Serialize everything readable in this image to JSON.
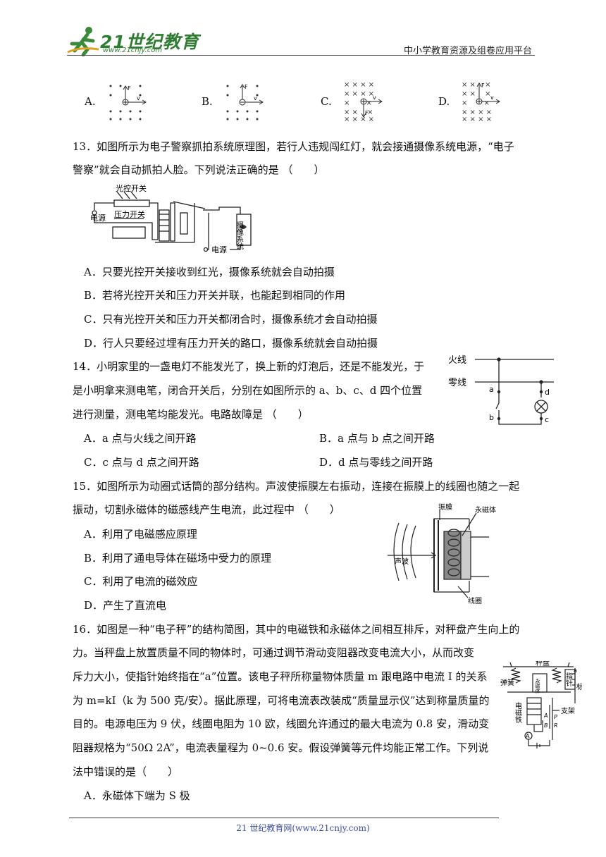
{
  "header": {
    "logo_main": "21世纪教育",
    "logo_url": "www.21cnjy.com",
    "platform": "中小学教育资源及组卷应用平台"
  },
  "q12": {
    "options": [
      "A.",
      "B.",
      "C.",
      "D."
    ],
    "diagram_labels": {
      "force": "F",
      "velocity": "v"
    }
  },
  "q13": {
    "line1": "13．如图所示为电子警察抓拍系统原理图，若行人违规闯红灯，就会接通摄像系统电源，“电子",
    "line2": "警察”就会自动抓拍人脸。下列说法正确的是 （　　）",
    "figure": {
      "light_switch": "光控开关",
      "pressure_switch": "压力开关",
      "power_left": "电源",
      "power_bottom": "电源",
      "camera": "摄像系统"
    },
    "options": [
      "A．只要光控开关接收到红光，摄像系统就会自动拍摄",
      "B．若将光控开关和压力开关并联，也能起到相同的作用",
      "C．只有光控开关和压力开关都闭合时，摄像系统才会自动拍摄",
      "D．行人只要经过埋有压力开关的路口，摄像系统就会自动拍摄"
    ]
  },
  "q14": {
    "line1": "14．小明家里的一盏电灯不能发光了，换上新的灯泡后，还是不能发光，于",
    "line2": "是小明拿来测电笔，闭合开关后，分别在如图所示的 a、b、c、d 四个位置",
    "line3": "进行测量，测电笔均能发光。电路故障是 （　　）",
    "figure": {
      "live": "火线",
      "neutral": "零线",
      "a": "a",
      "b": "b",
      "c": "c",
      "d": "d"
    },
    "options": [
      "A．a 点与火线之间开路",
      "B．a 点与 b 点之间开路",
      "C．c 点与 d 点之间开路",
      "D．d 点与零线之间开路"
    ]
  },
  "q15": {
    "line1": "15．如图所示为动圈式话筒的部分结构。声波使振膜左右振动，连接在振膜上的线圈也随之一起",
    "line2": "振动，切割永磁体的磁感线产生电流，此过程中 （　　）",
    "figure": {
      "membrane": "振膜",
      "magnet": "永磁体",
      "sound": "声波",
      "coil": "线圈"
    },
    "options": [
      "A．利用了电磁感应原理",
      "B．利用了通电导体在磁场中受力的原理",
      "C．利用了电流的磁效应",
      "D．产生了直流电"
    ]
  },
  "q16": {
    "line1": "16．如图是一种“电子秤”的结构简图，其中的电磁铁和永磁体之间相互排斥，对秤盘产生向上的",
    "line2": "力。当秤盘上放置质量不同的物体时，可通过调节滑动变阻器改变电流大小，从而改变",
    "line3": "斥力大小，使指针始终指在“a”位置。该电子秤所称量物体质量 m 跟电路中电流 I 的关系",
    "line4": "为 m=kI（k 为 500 克/安）。据此原理，可将电流表改装成“质量显示仪”达到称量质量的",
    "line5": "目的。电源电压为 9 伏，线圈电阻为 10 欧，线圈允许通过的最大电流为 0.8 安，滑动变",
    "line6": "阻器规格为“50Ω 2A”，电流表量程为 0~0.6 安。假设弹簧等元件均能正常工作。下列说",
    "line7": "法中错误的是（　　）",
    "option_a": "A．永磁体下端为 S 极",
    "figure": {
      "pan": "秤盘",
      "spring": "弹簧",
      "magnet": "永磁体",
      "pointer": "指针",
      "scale": "标尺",
      "electromagnet": "电磁铁",
      "stand": "支架",
      "a": "a",
      "A": "A",
      "B": "B",
      "P": "P",
      "R": "R",
      "ammeter": "A"
    }
  },
  "footer": {
    "text": "21 世纪教育网(www.21cnjy.com)"
  }
}
